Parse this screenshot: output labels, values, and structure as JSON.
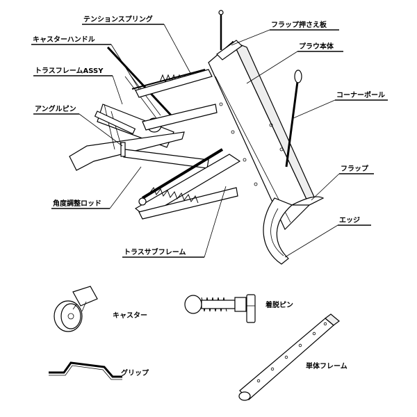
{
  "labels": {
    "tension_spring": "テンションスプリング",
    "flap_holder_plate": "フラップ押さえ板",
    "caster_handle": "キャスターハンドル",
    "plow_body": "プラウ本体",
    "truss_frame_assy": "トラスフレームASSY",
    "corner_pole": "コーナーポール",
    "angle_pin": "アングルピン",
    "flap": "フラップ",
    "angle_adjust_rod": "角度調整ロッド",
    "edge": "エッジ",
    "truss_sub_frame": "トラスサブフレーム",
    "caster": "キャスター",
    "detach_pin": "着脱ピン",
    "grip": "グリップ",
    "body_frame": "単体フレーム"
  }
}
